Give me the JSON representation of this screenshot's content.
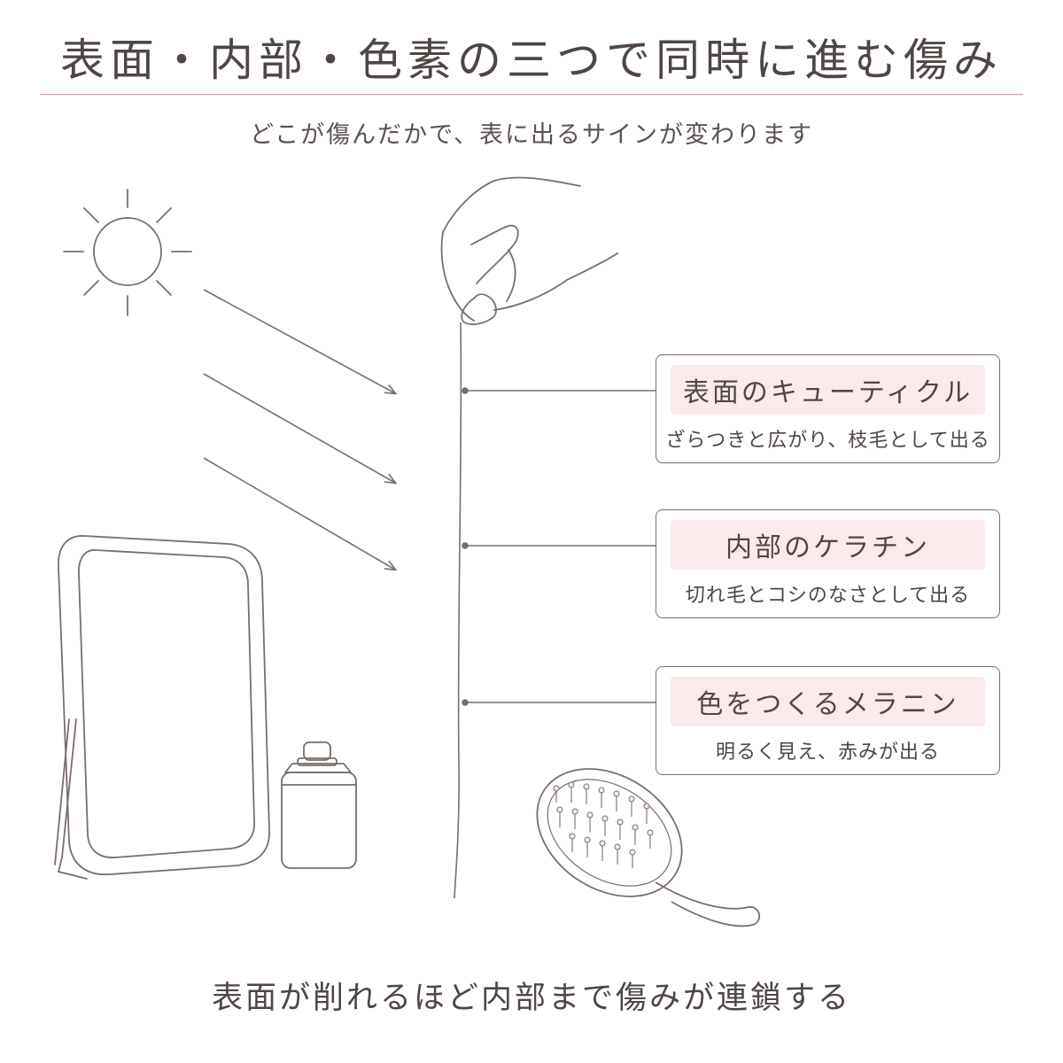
{
  "header": {
    "title": "表面・内部・色素の三つで同時に進む傷み",
    "subtitle": "どこが傷んだかで、表に出るサインが変わります"
  },
  "callouts": [
    {
      "heading": "表面のキューティクル",
      "description": "ざらつきと広がり、枝毛として出る"
    },
    {
      "heading": "内部のケラチン",
      "description": "切れ毛とコシのなさとして出る"
    },
    {
      "heading": "色をつくるメラニン",
      "description": "明るく見え、赤みが出る"
    }
  ],
  "footer": {
    "caption": "表面が削れるほど内部まで傷みが連鎖する"
  },
  "colors": {
    "line": "#7a6e6c",
    "accent_rule": "#d98e9e",
    "highlight": "#fbeaec",
    "text": "#4f4645"
  }
}
